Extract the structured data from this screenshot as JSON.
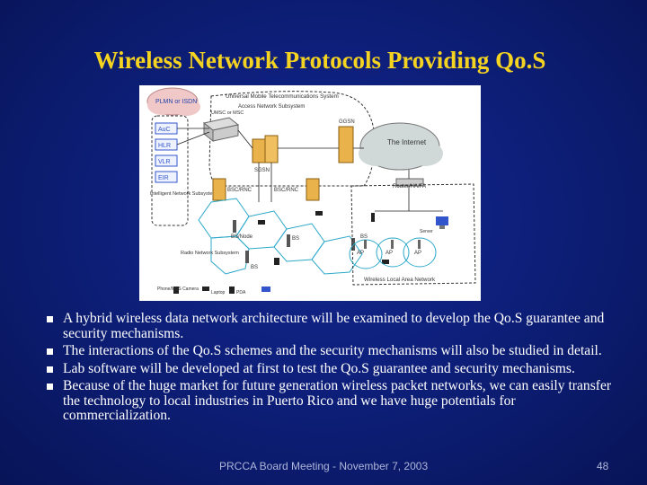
{
  "slide": {
    "title": "Wireless Network Protocols Providing Qo.S",
    "bullets": [
      "A hybrid wireless data network architecture will be examined to develop the Qo.S guarantee and security mechanisms.",
      "The interactions of the Qo.S schemes and the security mechanisms will also be studied in detail.",
      "Lab software will be developed at first to test the Qo.S guarantee and security mechanisms.",
      "Because of the huge market for future generation wireless packet networks, we can easily transfer the technology to local industries in Puerto Rico and we have huge potentials for commercialization."
    ],
    "footer": "PRCCA Board Meeting - November 7, 2003",
    "page_number": "48"
  },
  "diagram": {
    "pstn": "PLMN or ISDN",
    "umts_title": "Universal Mobile Telecommunications System",
    "access_network": "Access Network Subsystem",
    "umsc": "UMSC or MSC",
    "auc": "AuC",
    "hlr": "HLR",
    "vlr": "VLR",
    "eir": "EIR",
    "intelligent_network": "Intelligent Network Subsystem",
    "ggsn": "GGSN",
    "internet": "The Internet",
    "sgsn": "SGSN",
    "router": "Router/HA/FA",
    "bsc1": "BSC/RNC",
    "bsc2": "BSC/RNC",
    "bs_node": "BS/Node",
    "bs1": "BS",
    "bs2": "BS",
    "bs3": "BS",
    "ap1": "AP",
    "ap2": "AP",
    "ap3": "AP",
    "radio_network": "Radio Network Subsystem",
    "wlan": "Wireless Local Area Network",
    "legend_phone": "Phone/MSS Camera",
    "legend_laptop": "Laptop",
    "legend_pda": "PDA",
    "legend_server": "Server"
  }
}
